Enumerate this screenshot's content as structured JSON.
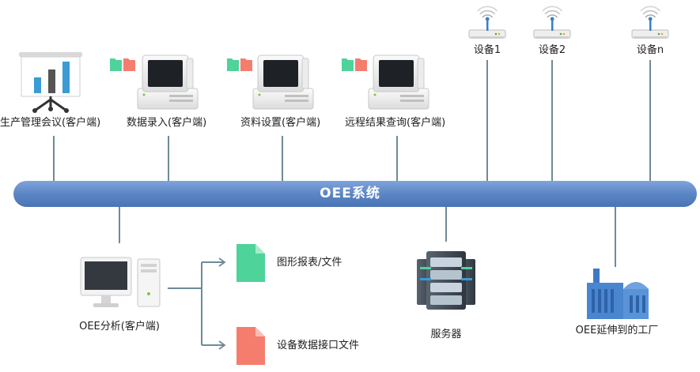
{
  "system": {
    "title": "OEE系统"
  },
  "top_nodes": [
    {
      "label": "生产管理会议(客户端)",
      "icon": "presentation-board-icon"
    },
    {
      "label": "数据录入(客户端)",
      "icon": "computer-terminal-icon"
    },
    {
      "label": "资料设置(客户端)",
      "icon": "computer-terminal-icon"
    },
    {
      "label": "远程结果查询(客户端)",
      "icon": "computer-terminal-icon"
    }
  ],
  "devices": [
    {
      "label": "设备1",
      "icon": "wireless-router-icon"
    },
    {
      "label": "设备2",
      "icon": "wireless-router-icon"
    },
    {
      "label": "设备n",
      "icon": "wireless-router-icon"
    }
  ],
  "bottom_nodes": {
    "analysis": {
      "label": "OEE分析(客户端)",
      "icon": "desktop-pc-icon"
    },
    "outputs": [
      {
        "label": "图形报表/文件",
        "icon": "green-document-icon"
      },
      {
        "label": "设备数据接口文件",
        "icon": "red-document-icon"
      }
    ],
    "server": {
      "label": "服务器",
      "icon": "server-rack-icon"
    },
    "factory": {
      "label": "OEE延伸到的工厂",
      "icon": "factory-icon"
    }
  },
  "colors": {
    "bus": "#5b86c5",
    "line": "#6f8a96",
    "green_doc": "#4ed39a",
    "red_doc": "#f47d6e",
    "chart_bar_blue": "#3a9bd5",
    "chart_bar_gray": "#555555"
  }
}
